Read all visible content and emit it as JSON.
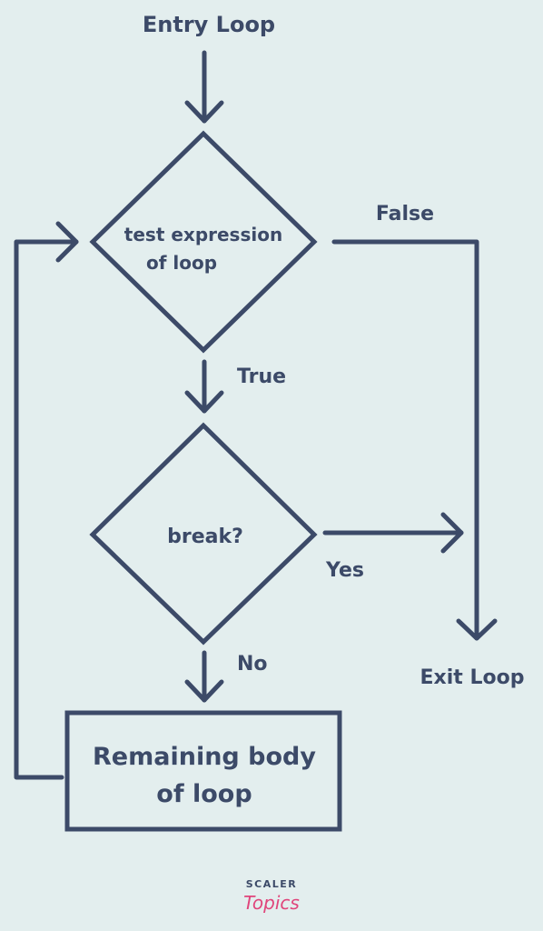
{
  "diagram": {
    "entry_label": "Entry Loop",
    "condition": {
      "line1": "test expression",
      "line2": "of loop"
    },
    "false_label": "False",
    "true_label": "True",
    "break_label": "break?",
    "yes_label": "Yes",
    "no_label": "No",
    "exit_label": "Exit Loop",
    "body": {
      "line1": "Remaining body",
      "line2": "of loop"
    }
  },
  "brand": {
    "top": "SCALER",
    "bottom": "Topics",
    "top_color": "#3c4a68",
    "bottom_color": "#e0457b"
  },
  "colors": {
    "background": "#e3eeee",
    "ink": "#3c4a68"
  }
}
